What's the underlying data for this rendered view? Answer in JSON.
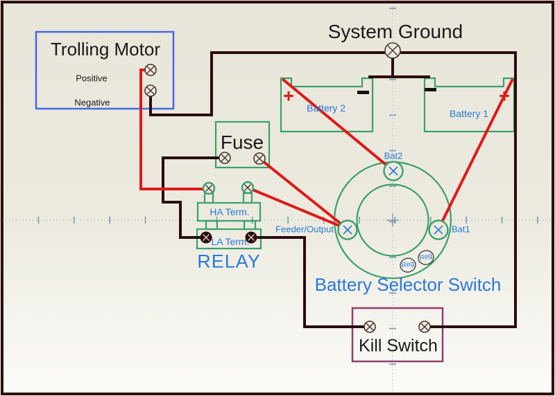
{
  "colors": {
    "bg-top": "#e8e5d9",
    "bg-bottom": "#fbfbf8",
    "frame": "#2e0f10",
    "wire-dark": "#2a0b0e",
    "wire-red": "#e01917",
    "green": "#3aa06b",
    "blue-box": "#4866e6",
    "plum": "#8f3f70",
    "text-black": "#1a1a1a",
    "text-blue": "#2979d9",
    "centerline": "#a9bdd2",
    "tick": "#7e97b2",
    "term-stroke": "#44332f",
    "term-fill": "#ece9df"
  },
  "diagram": {
    "ground": {
      "label": "System Ground"
    },
    "trolling_motor": {
      "title": "Trolling Motor",
      "positive": "Positive",
      "negative": "Negative"
    },
    "fuse": {
      "label": "Fuse"
    },
    "batteries": {
      "battery2": "Battery 2",
      "battery1": "Battery 1",
      "positive_mark": "+"
    },
    "relay": {
      "label": "RELAY",
      "ha": "HA Term.",
      "la": "LA Term."
    },
    "selector": {
      "label": "Battery Selector Switch",
      "bat2": "Bat2",
      "bat1": "Bat1",
      "feeder": "Feeder/Output",
      "reg": "Reg"
    },
    "kill_switch": {
      "label": "Kill Switch"
    }
  }
}
